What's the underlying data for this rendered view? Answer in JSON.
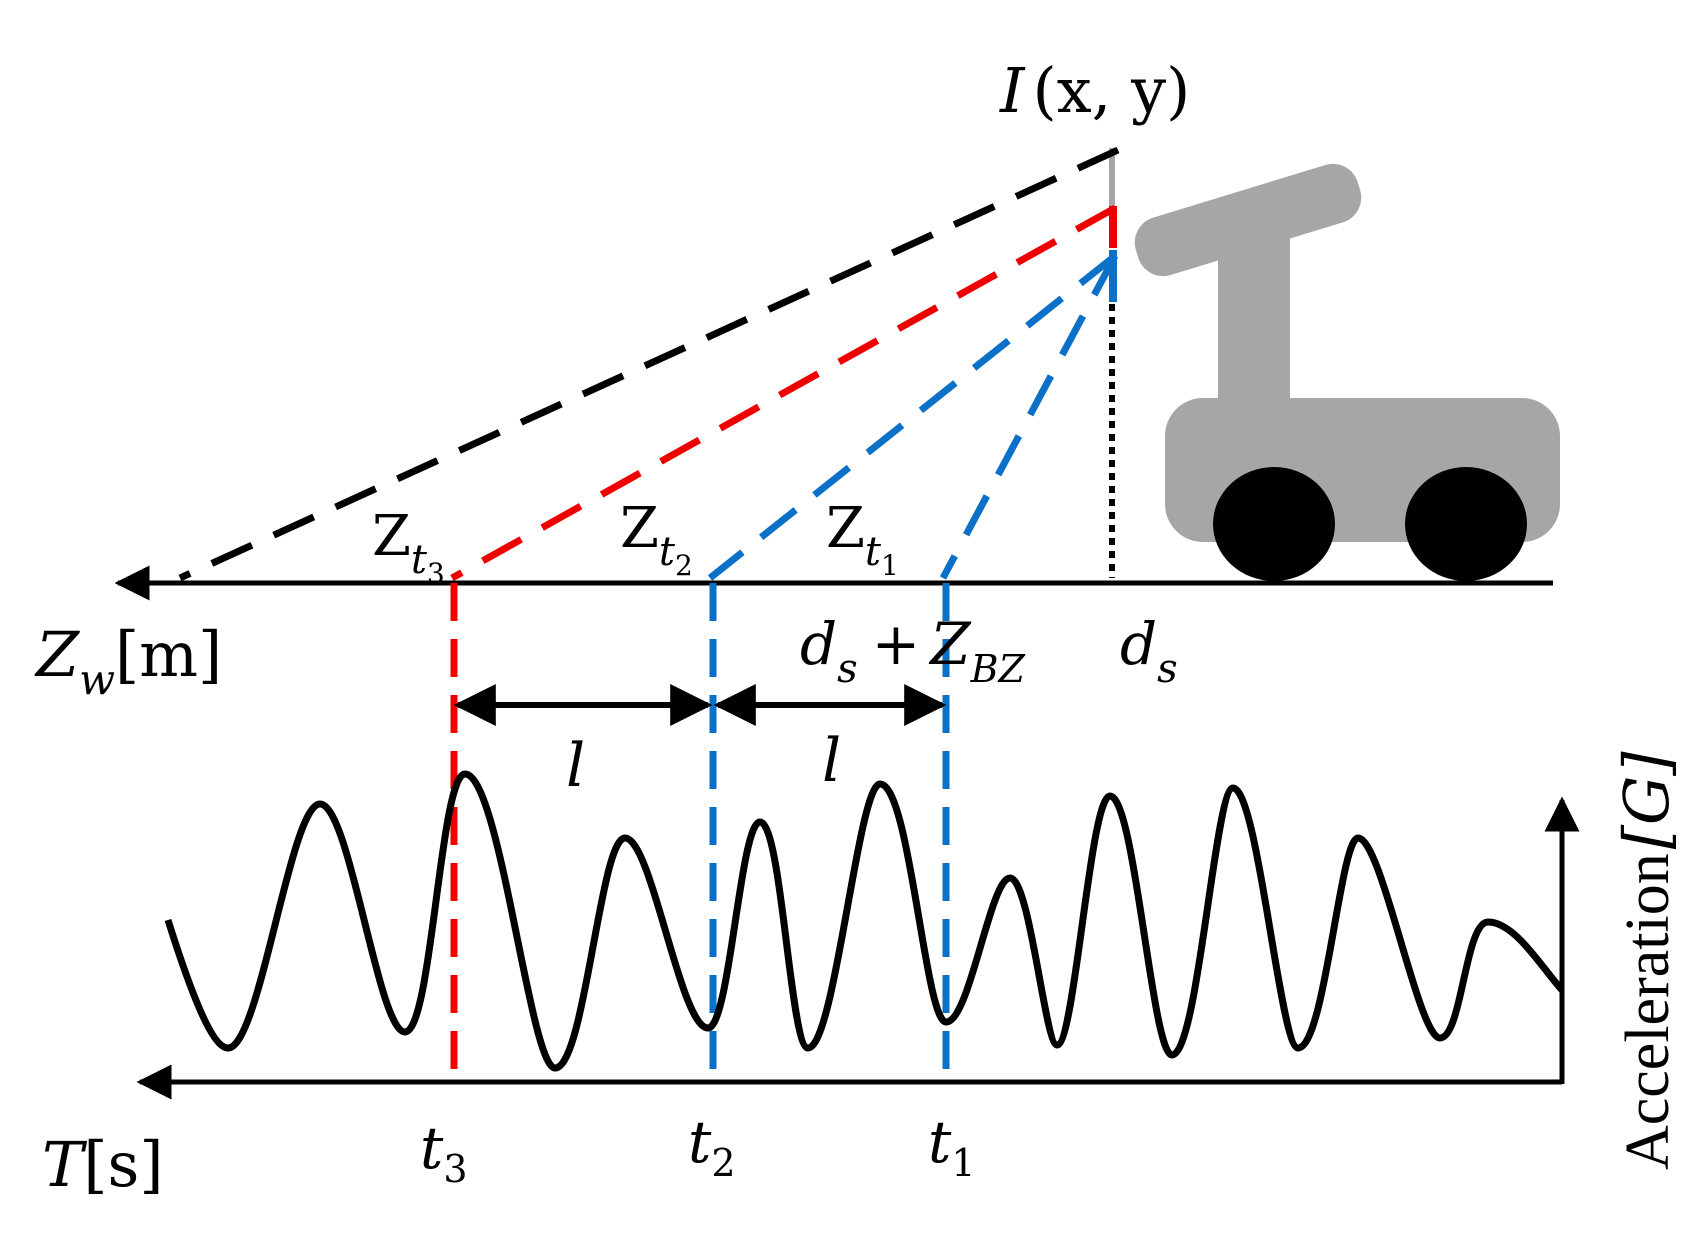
{
  "image_label": {
    "letter": "I",
    "args": "(x, y)"
  },
  "world_axis": {
    "main": "Z",
    "sub": "w",
    "unit": "[m]"
  },
  "time_axis": {
    "main": "T",
    "unit": "[s]"
  },
  "acceleration_axis": {
    "label": "Acceleration",
    "unit": "[G]"
  },
  "depth_labels": [
    {
      "main": "Z",
      "sub": "t",
      "subsub": "3"
    },
    {
      "main": "Z",
      "sub": "t",
      "subsub": "2"
    },
    {
      "main": "Z",
      "sub": "t",
      "subsub": "1"
    }
  ],
  "offset_label": {
    "d": "d",
    "d_sub": "s",
    "op": "+",
    "z": "Z",
    "z_sub": "BZ"
  },
  "camera_offset_label": {
    "d": "d",
    "d_sub": "s"
  },
  "spacing_labels": [
    "l",
    "l"
  ],
  "time_marks": [
    {
      "main": "t",
      "sub": "3"
    },
    {
      "main": "t",
      "sub": "2"
    },
    {
      "main": "t",
      "sub": "1"
    }
  ],
  "colors": {
    "ray_far": "#000000",
    "ray_t3": "#ee0000",
    "ray_t2_t1": "#0a70c8",
    "robot_body": "#a6a6a6",
    "wheels": "#000000"
  },
  "icons": [
    "robot-icon",
    "arrow-left-icon",
    "arrow-up-icon",
    "double-arrow-icon"
  ]
}
